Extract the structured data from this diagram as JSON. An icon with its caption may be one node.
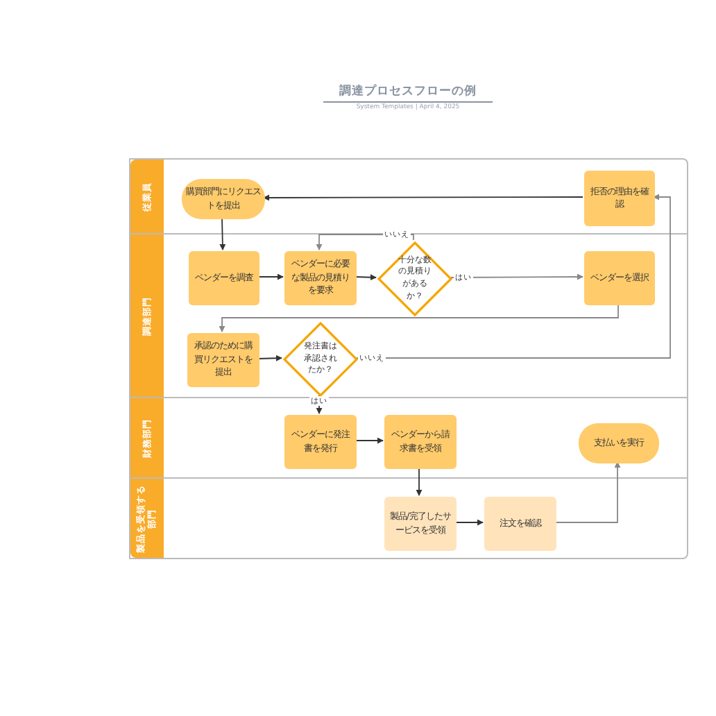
{
  "diagram": {
    "title": "調達プロセスフローの例",
    "caption": "System Templates | April 4, 2025",
    "nodes": [
      {
        "text": [
          "従業員"
        ]
      },
      {
        "text": [
          "調達部門"
        ]
      },
      {
        "text": [
          "財務部門"
        ]
      },
      {
        "text": [
          "製品を受領する部門"
        ]
      },
      {
        "text": [
          "購買部門にリクエストを提出"
        ],
        "in": 0
      },
      {
        "text": [
          "拒否の理由を確認"
        ],
        "in": 0
      },
      {
        "text": [
          "ベンダーを調査"
        ],
        "in": 1
      },
      {
        "text": [
          "ベンダーに必要な製品の見積りを要求"
        ],
        "in": 1
      },
      {
        "text": [
          "十分な数の見積りがあるか？"
        ],
        "in": 1
      },
      {
        "text": [
          "ベンダーを選択"
        ],
        "in": 1
      },
      {
        "text": [
          "承認のために購買リクエストを提出"
        ],
        "in": 1
      },
      {
        "text": [
          "発注書は承認されたか？"
        ],
        "in": 1
      },
      {
        "text": [
          "ベンダーに発注書を発行"
        ],
        "in": 2
      },
      {
        "text": [
          "ベンダーから請求書を受領"
        ],
        "in": 2
      },
      {
        "text": [
          "支払いを実行"
        ],
        "in": 2
      },
      {
        "text": [
          "製品/完了したサービスを受領"
        ],
        "in": 3
      },
      {
        "text": [
          "注文を確認"
        ],
        "in": 3
      }
    ],
    "edges": [
      {
        "from": 4,
        "to": 6,
        "arrow": "to"
      },
      {
        "from": 5,
        "to": 4,
        "arrow": "to"
      },
      {
        "from": 6,
        "to": 7,
        "arrow": "to"
      },
      {
        "from": 7,
        "to": 8,
        "arrow": "to"
      },
      {
        "from": 8,
        "to": 7,
        "arrow": "to",
        "label": "いいえ",
        "color": "#888888"
      },
      {
        "from": 8,
        "to": 9,
        "arrow": "to",
        "label": "はい",
        "color": "#888888"
      },
      {
        "from": 9,
        "to": 10,
        "arrow": "to",
        "color": "#888888"
      },
      {
        "from": 10,
        "to": 11,
        "arrow": "to"
      },
      {
        "from": 11,
        "to": 5,
        "arrow": "to",
        "label": "いいえ",
        "color": "#888888"
      },
      {
        "from": 11,
        "to": 12,
        "arrow": "to",
        "label": "はい"
      },
      {
        "from": 12,
        "to": 13,
        "arrow": "to"
      },
      {
        "from": 13,
        "to": 15,
        "arrow": "to"
      },
      {
        "from": 15,
        "to": 16,
        "arrow": "to"
      },
      {
        "from": 16,
        "to": 14,
        "arrow": "to",
        "color": "#888888"
      }
    ]
  }
}
